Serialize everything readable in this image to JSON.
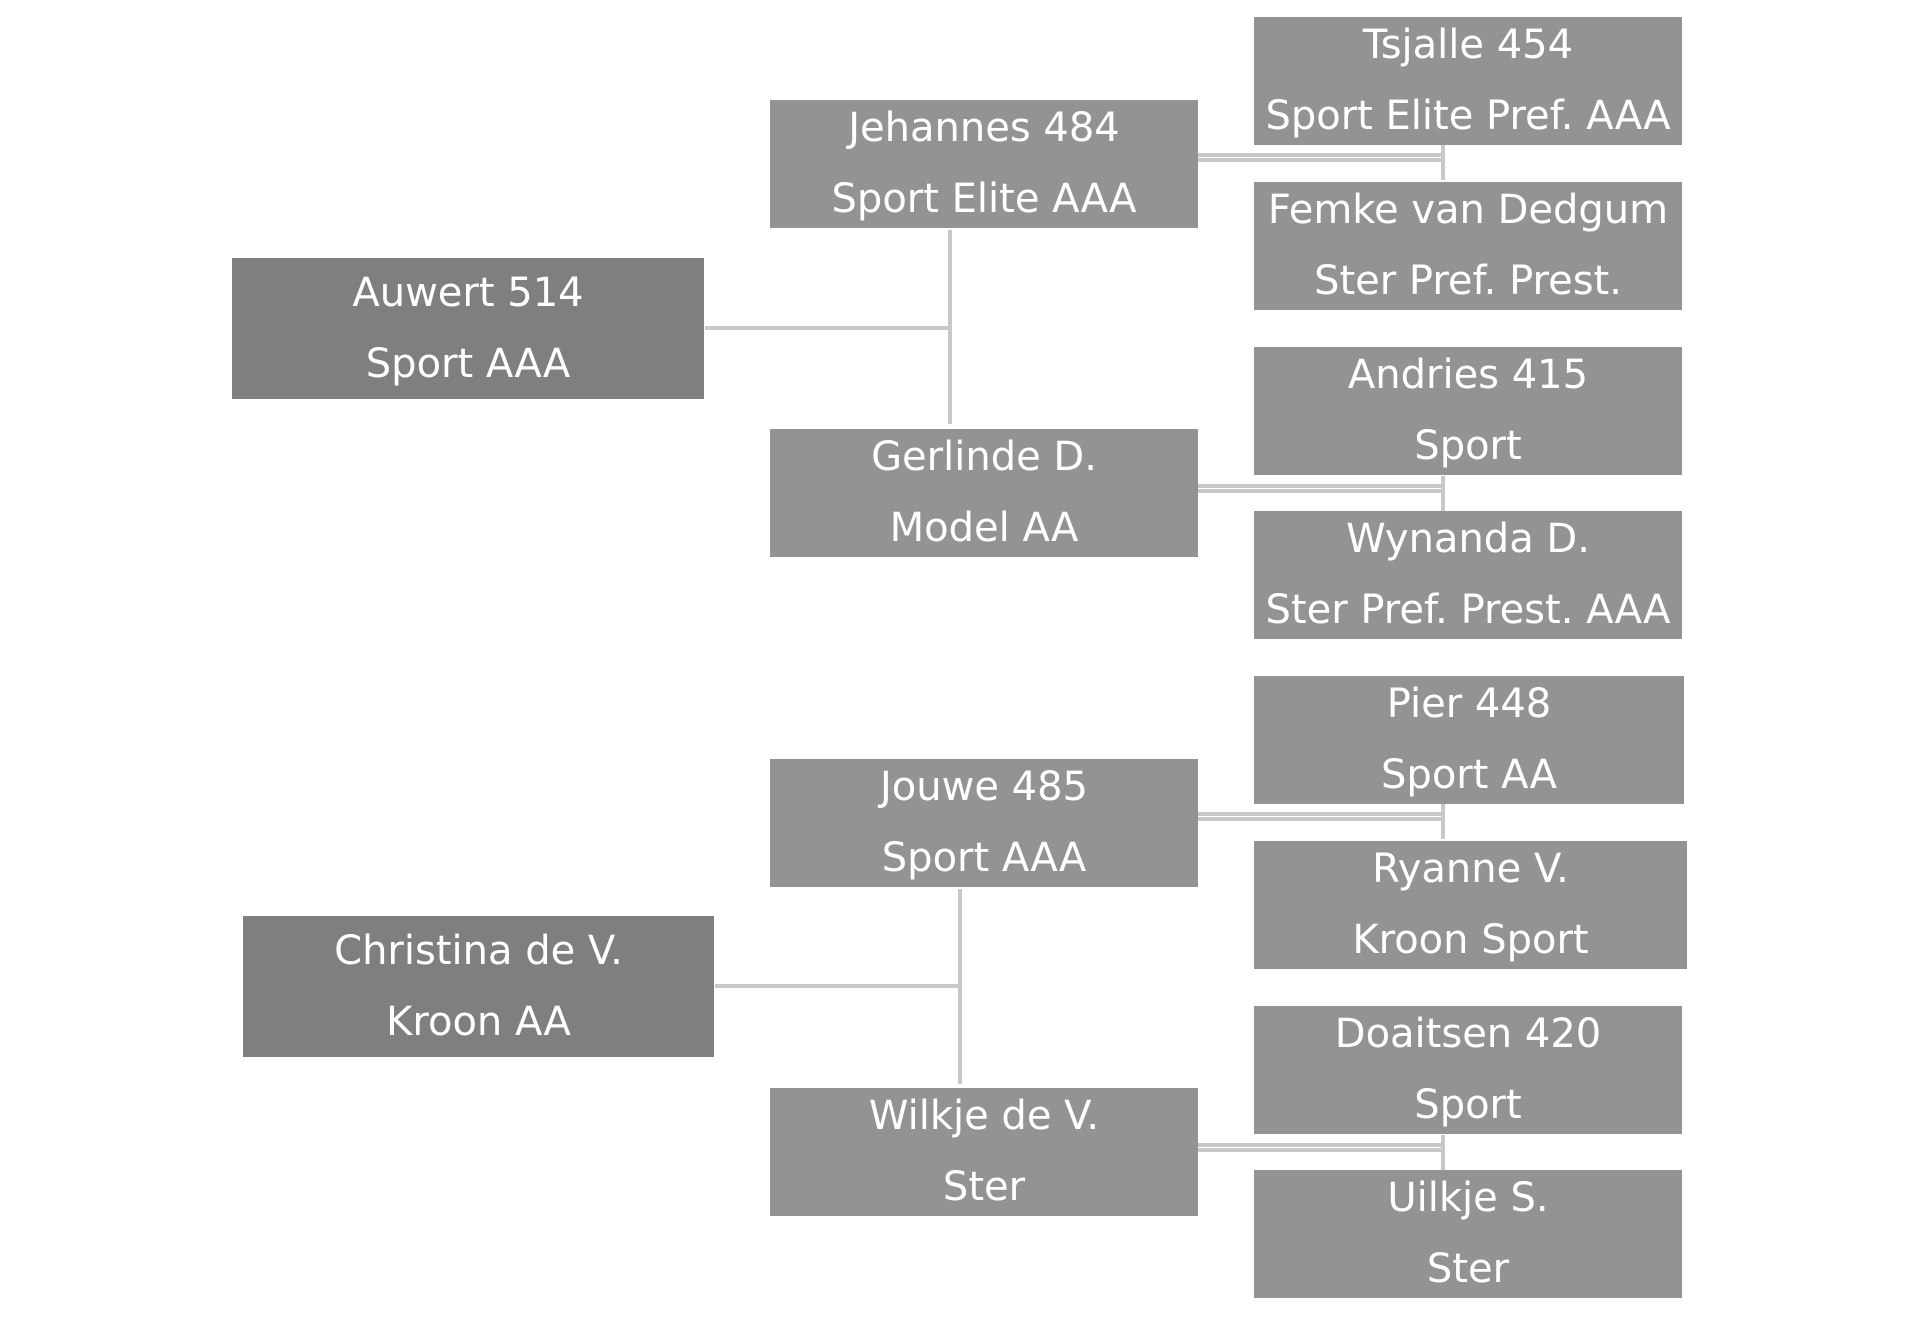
{
  "colors": {
    "root_box": "#7f7f7f",
    "ancestor_box": "#939393",
    "text": "#ffffff",
    "connector": "#c8c8c8"
  },
  "pedigrees": [
    {
      "root": {
        "name": "Auwert 514",
        "predicate": "Sport AAA"
      },
      "sire": {
        "name": "Jehannes 484",
        "predicate": "Sport Elite AAA",
        "sire": {
          "name": "Tsjalle 454",
          "predicate": "Sport Elite Pref. AAA"
        },
        "dam": {
          "name": "Femke van Dedgum",
          "predicate": "Ster Pref. Prest."
        }
      },
      "dam": {
        "name": "Gerlinde D.",
        "predicate": "Model AA",
        "sire": {
          "name": "Andries 415",
          "predicate": "Sport"
        },
        "dam": {
          "name": "Wynanda D.",
          "predicate": "Ster Pref. Prest. AAA"
        }
      }
    },
    {
      "root": {
        "name": "Christina de V.",
        "predicate": "Kroon AA"
      },
      "sire": {
        "name": "Jouwe 485",
        "predicate": "Sport AAA",
        "sire": {
          "name": "Pier 448",
          "predicate": "Sport AA"
        },
        "dam": {
          "name": "Ryanne V.",
          "predicate": "Kroon Sport"
        }
      },
      "dam": {
        "name": "Wilkje de V.",
        "predicate": "Ster",
        "sire": {
          "name": "Doaitsen 420",
          "predicate": "Sport"
        },
        "dam": {
          "name": "Uilkje S.",
          "predicate": "Ster"
        }
      }
    }
  ]
}
